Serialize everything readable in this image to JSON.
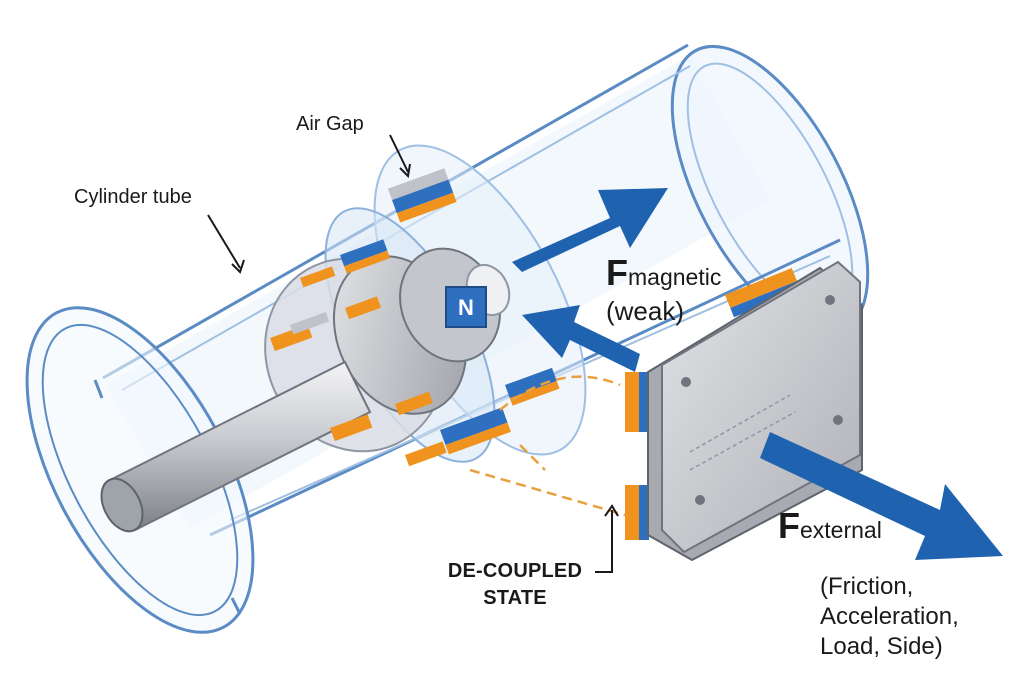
{
  "labels": {
    "air_gap": "Air Gap",
    "cylinder_tube": "Cylinder tube",
    "decoupled_line1": "DE-COUPLED",
    "decoupled_line2": "STATE",
    "pole_marker": "N"
  },
  "forces": {
    "magnetic": {
      "symbol": "F",
      "subscript": "magnetic",
      "qualifier": "(weak)"
    },
    "external": {
      "symbol": "F",
      "subscript": "external"
    }
  },
  "external_causes": [
    "(Friction,",
    "Acceleration,",
    "Load, Side)"
  ],
  "colors": {
    "tube_outline": "#5a8bc4",
    "tube_fill": "#eaf3fc",
    "arrow_blue": "#1f63b0",
    "magnet_orange": "#f0931e",
    "magnet_blue": "#2f6fc0",
    "metal_gray": "#bdbfc4",
    "coupling_dash": "#e8a040"
  }
}
